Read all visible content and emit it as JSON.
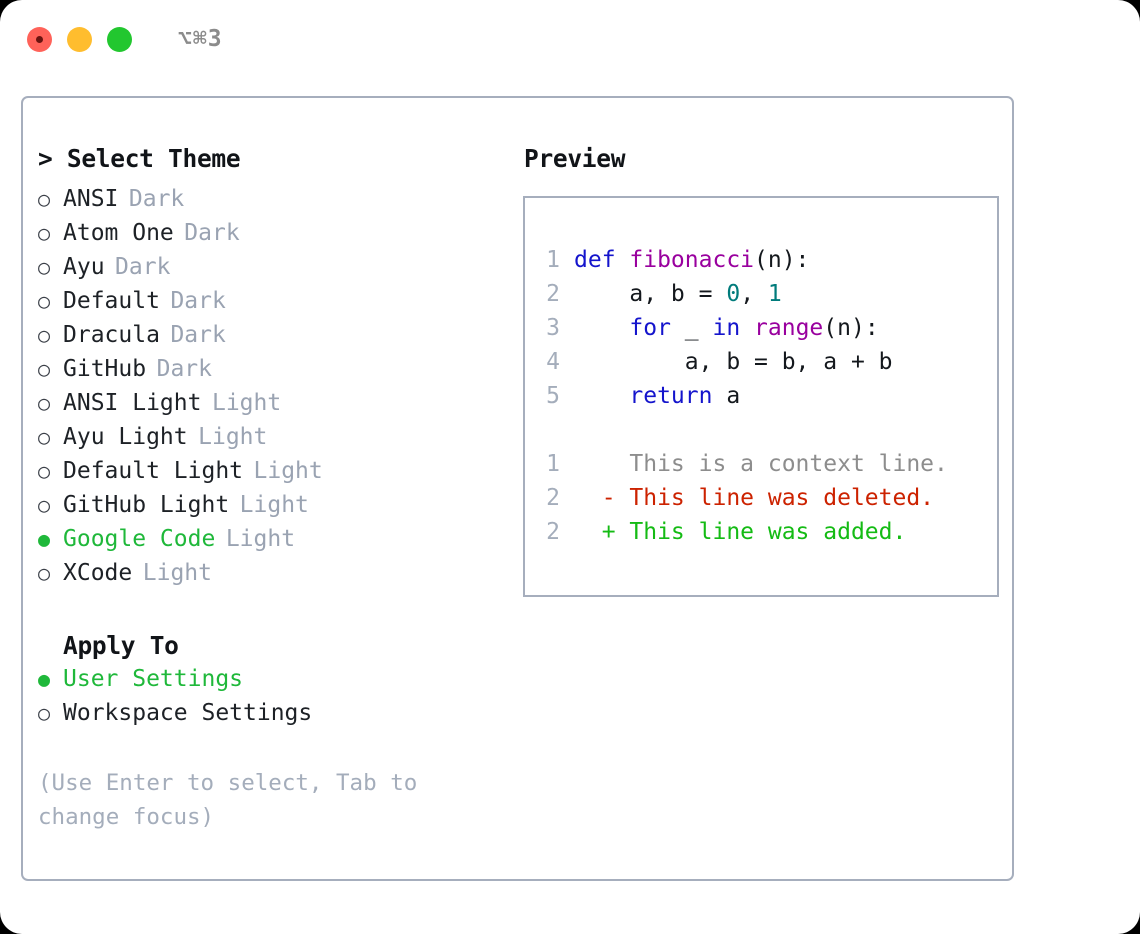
{
  "window": {
    "shortcut": "⌥⌘3",
    "traffic_lights": [
      "close-red",
      "minimize-yellow",
      "maximize-green"
    ]
  },
  "theme_picker": {
    "header": "> Select Theme",
    "selected_theme": "Google Code",
    "bullet_selected": "●",
    "bullet_unselected": "○",
    "items": [
      {
        "name": "ANSI",
        "category": "Dark",
        "selected": false
      },
      {
        "name": "Atom One",
        "category": "Dark",
        "selected": false
      },
      {
        "name": "Ayu",
        "category": "Dark",
        "selected": false
      },
      {
        "name": "Default",
        "category": "Dark",
        "selected": false
      },
      {
        "name": "Dracula",
        "category": "Dark",
        "selected": false
      },
      {
        "name": "GitHub",
        "category": "Dark",
        "selected": false
      },
      {
        "name": "ANSI Light",
        "category": "Light",
        "selected": false
      },
      {
        "name": "Ayu Light",
        "category": "Light",
        "selected": false
      },
      {
        "name": "Default Light",
        "category": "Light",
        "selected": false
      },
      {
        "name": "GitHub Light",
        "category": "Light",
        "selected": false
      },
      {
        "name": "Google Code",
        "category": "Light",
        "selected": true
      },
      {
        "name": "XCode",
        "category": "Light",
        "selected": false
      }
    ]
  },
  "apply_to": {
    "header": "Apply To",
    "selected_target": "User Settings",
    "items": [
      {
        "name": "User Settings",
        "selected": true
      },
      {
        "name": "Workspace Settings",
        "selected": false
      }
    ]
  },
  "hint": "(Use Enter to select, Tab to change focus)",
  "preview": {
    "header": "Preview",
    "code_lines": [
      {
        "no": "1",
        "tokens": [
          {
            "t": "def ",
            "c": "kw"
          },
          {
            "t": "fibonacci",
            "c": "fn"
          },
          {
            "t": "(n):",
            "c": "plain"
          }
        ]
      },
      {
        "no": "2",
        "tokens": [
          {
            "t": "    a, b = ",
            "c": "plain"
          },
          {
            "t": "0",
            "c": "num"
          },
          {
            "t": ", ",
            "c": "plain"
          },
          {
            "t": "1",
            "c": "num"
          }
        ]
      },
      {
        "no": "3",
        "tokens": [
          {
            "t": "    ",
            "c": "plain"
          },
          {
            "t": "for",
            "c": "kw"
          },
          {
            "t": " _ ",
            "c": "plain"
          },
          {
            "t": "in",
            "c": "kw"
          },
          {
            "t": " ",
            "c": "plain"
          },
          {
            "t": "range",
            "c": "fn"
          },
          {
            "t": "(n):",
            "c": "plain"
          }
        ]
      },
      {
        "no": "4",
        "tokens": [
          {
            "t": "        a, b = b, a + b",
            "c": "plain"
          }
        ]
      },
      {
        "no": "5",
        "tokens": [
          {
            "t": "    ",
            "c": "plain"
          },
          {
            "t": "return",
            "c": "kw"
          },
          {
            "t": " a",
            "c": "plain"
          }
        ]
      }
    ],
    "diff_lines": [
      {
        "no": "1",
        "marker": "  ",
        "text": "This is a context line.",
        "kind": "ctx"
      },
      {
        "no": "2",
        "marker": "- ",
        "text": "This line was deleted.",
        "kind": "del"
      },
      {
        "no": "2",
        "marker": "+ ",
        "text": "This line was added.",
        "kind": "add"
      }
    ]
  },
  "colors": {
    "accent_green": "#1fb83a",
    "border": "#a6aebd",
    "muted": "#9aa3b2",
    "keyword_blue": "#1414cc",
    "function_magenta": "#99009e",
    "number_teal": "#007b7b",
    "diff_deleted": "#cc2200",
    "diff_added": "#14bb14",
    "diff_context": "#8d8d8d"
  }
}
